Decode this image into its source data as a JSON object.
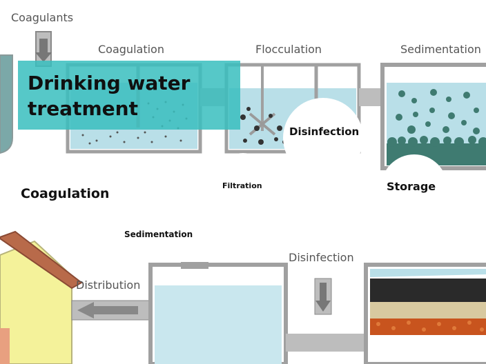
{
  "diagram_labels": {
    "coagulants": "Coagulants",
    "coagulation_top": "Coagulation",
    "flocculation": "Flocculation",
    "sedimentation_top": "Sedimentation",
    "distribution": "Distribution",
    "disinfection_bottom": "Disinfection"
  },
  "overlay": {
    "title": "Drinking water treatment",
    "disinfection": "Disinfection",
    "filtration": "Filtration",
    "storage": "Storage",
    "coagulation": "Coagulation",
    "sedimentation": "Sedimentation"
  },
  "colors": {
    "water": "#b9dfe8",
    "tank_wall": "#9e9e9e",
    "title_bg": "#38bebe",
    "house_wall": "#f4f29a",
    "roof": "#b86a4a"
  }
}
